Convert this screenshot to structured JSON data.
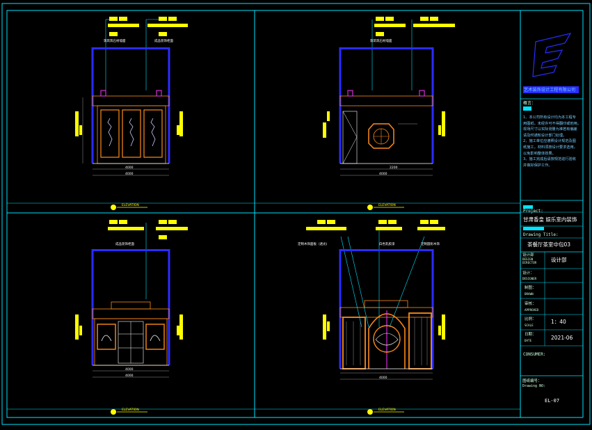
{
  "colors": {
    "frame": "#00e5ff",
    "wall": "#2a2cff",
    "tag": "#ffff00",
    "wood": "#ff8c1a",
    "magenta": "#ff33ff",
    "dim": "#9a9a9a",
    "white": "#ffffff"
  },
  "title_block": {
    "company": "艺术装饰设计工程有限公司",
    "notes_heading": "概言：",
    "notes_lines": [
      "1、本公司所有设计均为本工程专",
      "用图纸，未经许可不得翻印或他用。",
      "现场尺寸以实际测量为准若有偏差",
      "请及时通知设计部门处理。",
      "2、施工单位应遵照设计规范及图",
      "纸施工，材料须按设计要求选用，",
      "以免影响整体效果。",
      "3、施工完成后请按规范进行验收",
      "并做好保护工作。"
    ],
    "project_label": "Project:",
    "project_name": "甘肃香皇 娱乐室内装饰",
    "drawing_title_label": "Drawing Title:",
    "drawing_title": "茶餐厅茶室中包03",
    "design_label": "设计部",
    "design_label_en": "DESIGN\nDIRECTOR",
    "design_value": "设计部",
    "designer_label": "设计：",
    "designer_label_en": "DESIGNER",
    "drawn_label": "制图：",
    "drawn_label_en": "DRAWN",
    "approved_label": "审核：",
    "approved_label_en": "APPROVED",
    "scale_label": "比例：",
    "scale_label_en": "SCALE",
    "scale_value": "1：40",
    "date_label": "日期：",
    "date_label_en": "DATE",
    "date_value": "2021-06",
    "consumer_label": "CONSUMER:",
    "drawing_no_label": "图纸编号：",
    "drawing_no_label_en": "Drawing NO:",
    "drawing_no": "EL-07"
  },
  "elevations": {
    "view_label": "ELEVATION",
    "a": {
      "callouts": [
        "筑筑筑石材墙面",
        "成品装饰柜面"
      ],
      "dims_bottom": [
        "4000",
        "4000"
      ]
    },
    "b": {
      "callouts": [
        "筑筑筑石材墙面"
      ],
      "dims_bottom": [
        "2200",
        "4000"
      ]
    },
    "c": {
      "callouts": [
        "成品装饰柜面"
      ],
      "dims_bottom": [
        "4000",
        "4000"
      ]
    },
    "d": {
      "callouts": [
        "定制木饰面板（透光)",
        "白色乳胶漆",
        "定制圆形木饰"
      ],
      "dims_bottom": [
        "4000"
      ]
    }
  }
}
